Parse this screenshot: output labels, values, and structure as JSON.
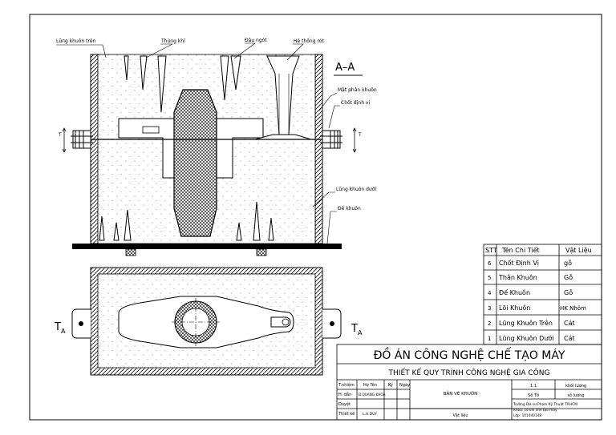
{
  "view": {
    "section_title": "A–A",
    "section_marks": [
      "A",
      "A"
    ],
    "section_letter": "T"
  },
  "labels": {
    "top_flask": "Lũng khuôn trên",
    "vent": "Thùng khí",
    "riser": "Đậu ngót",
    "sprue": "Hệ thống rót",
    "parting_line": "Mặt phân khuôn",
    "locating_pin": "Chốt định vị",
    "bottom_flask": "Lũng khuôn dưới",
    "mold_base": "Đế khuôn"
  },
  "parts_table": {
    "headers": [
      "STT",
      "Tên Chi Tiết",
      "Vật Liệu"
    ],
    "rows": [
      [
        "6",
        "Chốt Định Vị",
        "gỗ"
      ],
      [
        "5",
        "Thân Khuôn",
        "Gỗ"
      ],
      [
        "4",
        "Đế Khuôn",
        "Gỗ"
      ],
      [
        "3",
        "Lõi Khuôn",
        "HK Nhôm"
      ],
      [
        "2",
        "Lũng Khuôn Trên",
        "Cát"
      ],
      [
        "1",
        "Lũng Khuôn Dưới",
        "Cát"
      ]
    ]
  },
  "title_block": {
    "title": "ĐỒ ÁN CÔNG NGHỆ CHẾ TẠO MÁY",
    "subtitle": "THIẾT KẾ QUY TRÌNH CÔNG NGHỆ GIA CÔNG",
    "col_headers": [
      "T.nhiệm",
      "Họ Tên",
      "Ký",
      "Ngày"
    ],
    "role_rows": [
      [
        "H. dẫn",
        "Đ.QUANG KHOA"
      ],
      [
        "Duyệt",
        ""
      ],
      [
        "Thiết kế",
        "L.H.DUY"
      ]
    ],
    "drawing_name": "BẢN VẼ KHUÔN",
    "material_label": "Vật liệu",
    "scale": "1:1",
    "mass_label": "khối lượng",
    "sheet_label": "Số Tờ",
    "count_label": "số lượng",
    "school": "Trường ĐH sư Phạm Kỹ Thuật TP.HCM",
    "faculty": "Khoa: cơ khí chế tạo máy",
    "class": "Lớp: 101440148"
  }
}
